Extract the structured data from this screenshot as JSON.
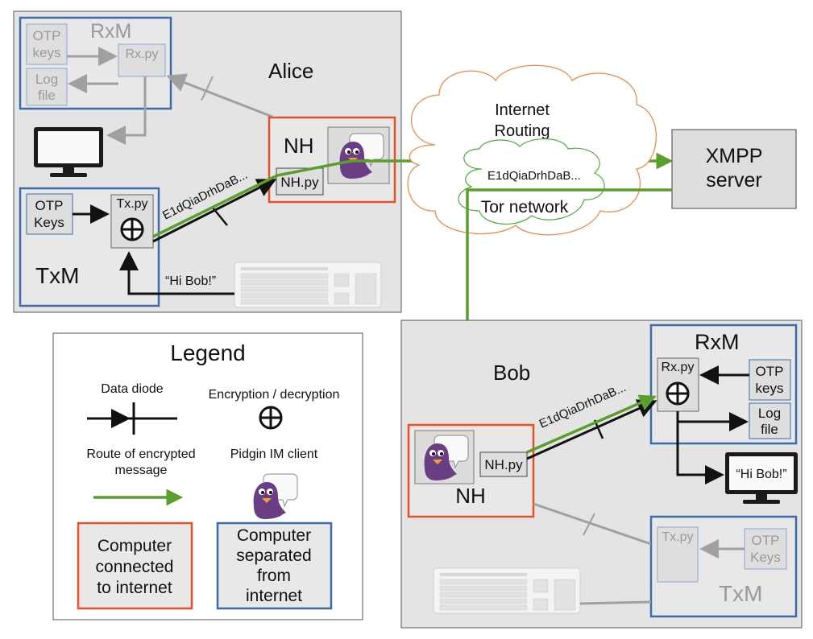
{
  "alice": {
    "title": "Alice",
    "rxm": {
      "title": "RxM",
      "otp_keys": [
        "OTP",
        "keys"
      ],
      "rx_py": "Rx.py",
      "log_file": [
        "Log",
        "file"
      ]
    },
    "txm": {
      "title": "TxM",
      "otp_keys": [
        "OTP",
        "Keys"
      ],
      "tx_py": "Tx.py"
    },
    "nh": {
      "title": "NH",
      "nh_py": "NH.py"
    },
    "ciphertext": "E1dQiaDrhDaB...",
    "message": "“Hi Bob!”"
  },
  "network": {
    "internet": [
      "Internet",
      "Routing"
    ],
    "tor": "Tor network",
    "ciphertext": "E1dQiaDrhDaB...",
    "xmpp": [
      "XMPP",
      "server"
    ]
  },
  "bob": {
    "title": "Bob",
    "rxm": {
      "title": "RxM",
      "rx_py": "Rx.py",
      "otp_keys": [
        "OTP",
        "keys"
      ],
      "log_file": [
        "Log",
        "file"
      ],
      "message": "“Hi Bob!”"
    },
    "txm": {
      "title": "TxM",
      "tx_py": "Tx.py",
      "otp_keys": [
        "OTP",
        "Keys"
      ]
    },
    "nh": {
      "title": "NH",
      "nh_py": "NH.py"
    },
    "ciphertext": "E1dQiaDrhDaB..."
  },
  "legend": {
    "title": "Legend",
    "data_diode": "Data diode",
    "encryption": "Encryption / decryption",
    "route": [
      "Route of encrypted",
      "message"
    ],
    "pidgin": "Pidgin IM client",
    "connected": [
      "Computer",
      "connected",
      "to internet"
    ],
    "separated": [
      "Computer",
      "separated",
      "from",
      "internet"
    ]
  },
  "colors": {
    "green": "#5a9e2c",
    "orange": "#e8502a",
    "blue": "#3d6aa8",
    "cloud": "#f08a4b",
    "tor": "#4caf3a",
    "grey": "#a0a0a0"
  }
}
